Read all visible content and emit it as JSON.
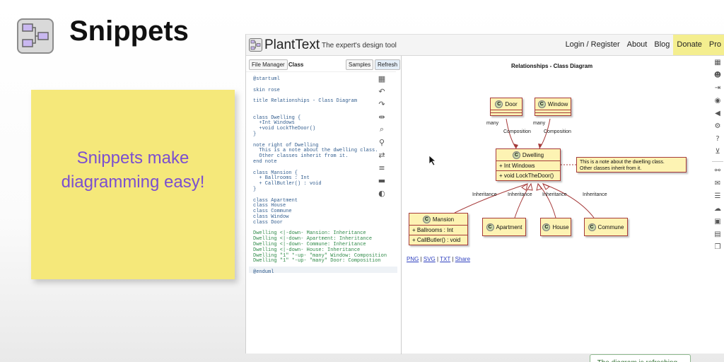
{
  "slide": {
    "title": "Snippets",
    "sticky_text": "Snippets make\ndiagramming easy!"
  },
  "app": {
    "brand": "PlantText",
    "tagline": "The expert's design tool",
    "nav": [
      "Login / Register",
      "About",
      "Blog",
      "Donate",
      "Pro"
    ]
  },
  "editor": {
    "file_manager": "File Manager",
    "tab": "Class",
    "samples": "Samples",
    "refresh": "Refresh",
    "code": [
      "@startuml",
      "",
      "skin rose",
      "",
      "title Relationships - Class Diagram",
      "",
      "",
      "class Dwelling {",
      "  +Int Windows",
      "  +void LockTheDoor()",
      "}",
      "",
      "note right of Dwelling",
      "  This is a note about the dwelling class.",
      "  Other classes inherit from it.",
      "end note",
      "",
      "class Mansion {",
      "  + Ballrooms : Int",
      "  + CallButler() : void",
      "}",
      "",
      "class Apartment",
      "class House",
      "class Commune",
      "class Window",
      "class Door",
      "",
      "Dwelling <|-down- Mansion: Inheritance",
      "Dwelling <|-down- Apartment: Inheritance",
      "Dwelling <|-down- Commune: Inheritance",
      "Dwelling <|-down- House: Inheritance",
      "Dwelling \"1\" *-up- \"many\" Window: Composition",
      "Dwelling \"1\" *-up- \"many\" Door: Composition",
      "",
      "@enduml"
    ],
    "tool_icons": [
      "grid-icon",
      "undo-icon",
      "redo-icon",
      "split-icon",
      "search-icon",
      "pin-icon",
      "swap-icon",
      "format-icon",
      "minus-icon",
      "contrast-icon"
    ]
  },
  "diagram": {
    "title": "Relationships - Class Diagram",
    "classes": {
      "door": "Door",
      "window": "Window",
      "dwelling": "Dwelling",
      "dwelling_field": "+ Int Windows",
      "dwelling_method": "+ void LockTheDoor()",
      "mansion": "Mansion",
      "mansion_field": "+ Ballrooms : Int",
      "mansion_method": "+ CallButler() : void",
      "apartment": "Apartment",
      "house": "House",
      "commune": "Commune"
    },
    "badge": "C",
    "note": "This is a note about the dwelling class.\nOther classes inherit from it.",
    "edge_labels": {
      "many": "many",
      "composition": "Composition",
      "inheritance": "Inheritance"
    },
    "links": [
      "PNG",
      "SVG",
      "TXT",
      "Share"
    ],
    "status": "The diagram is refreshing..."
  },
  "right_tools": [
    "grid-icon",
    "user-icon",
    "login-icon",
    "eye-icon",
    "megaphone-icon",
    "gear-icon",
    "help-icon",
    "cart-icon",
    "link-icon",
    "mail-icon",
    "server-icon",
    "cloud-icon",
    "app-icon",
    "document-icon",
    "copy-icon"
  ]
}
